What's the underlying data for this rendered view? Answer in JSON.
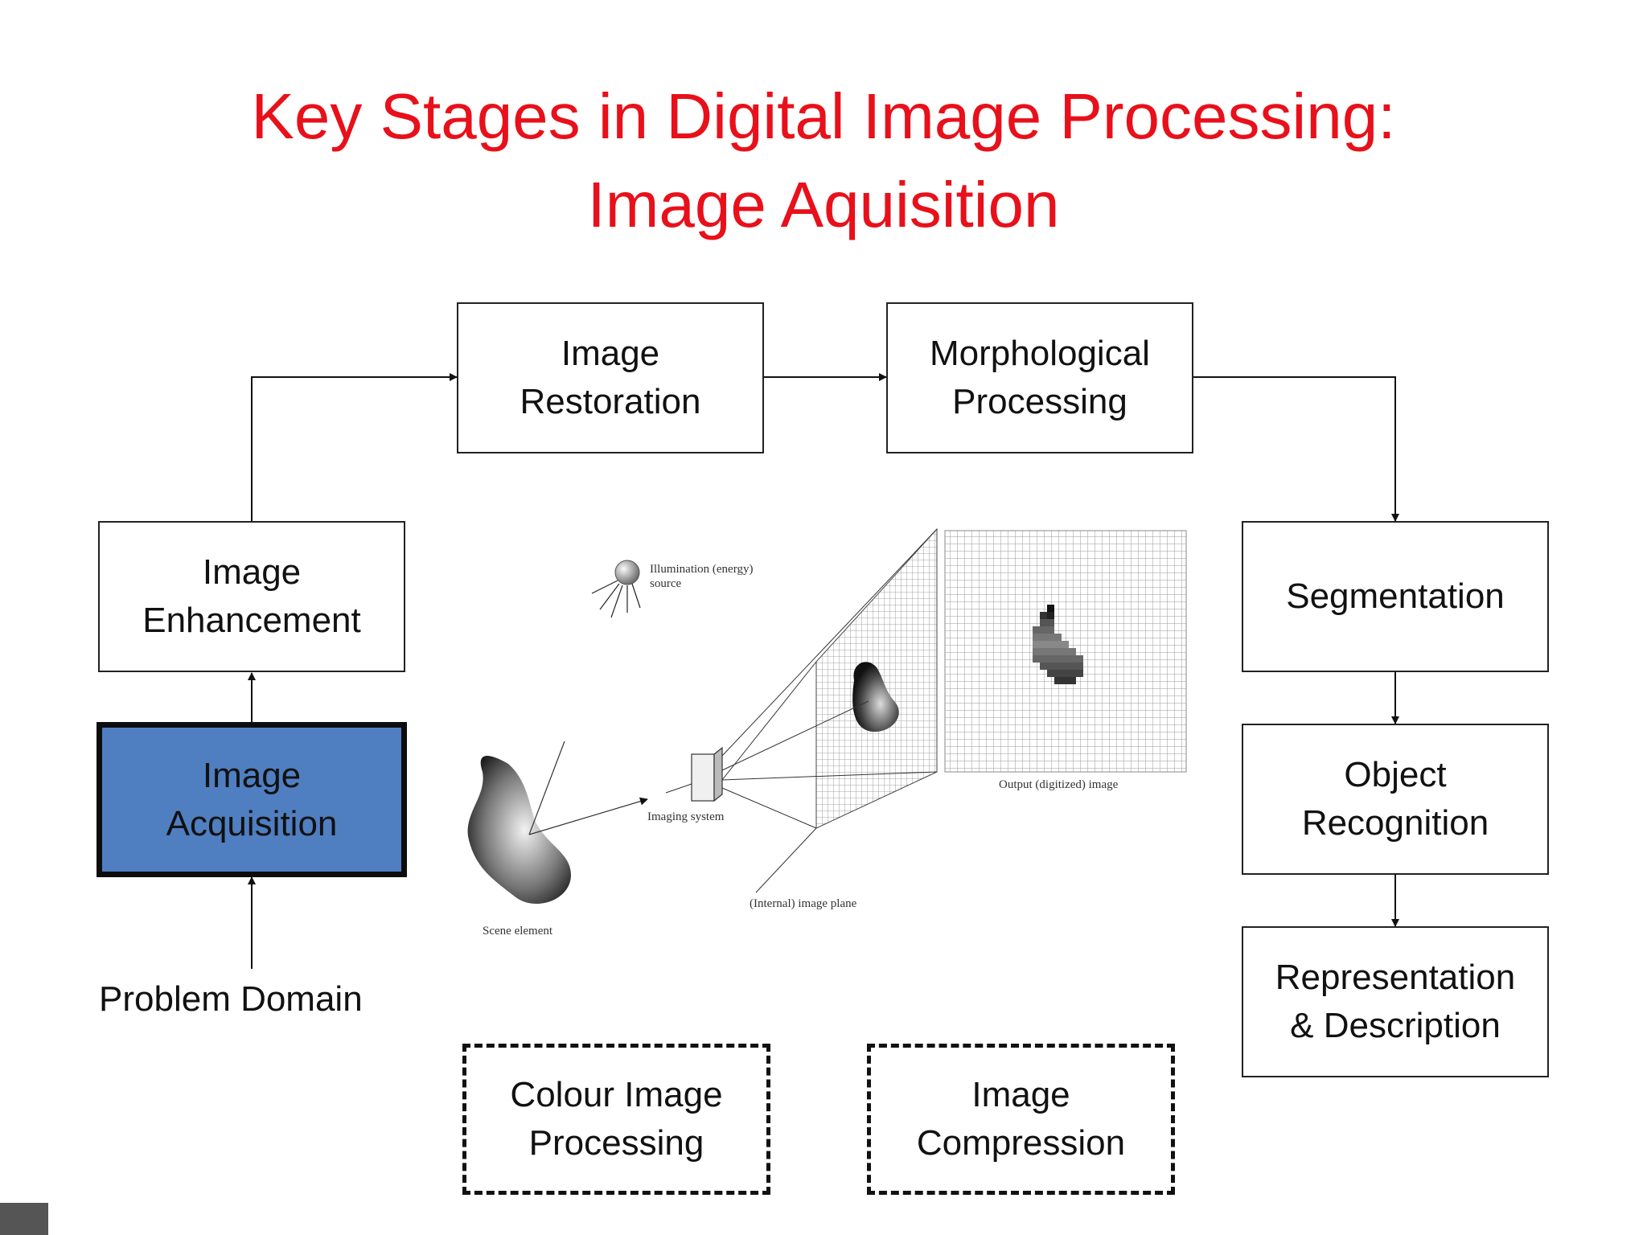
{
  "title": {
    "line1": "Key Stages in Digital Image Processing:",
    "line2": "Image Aquisition"
  },
  "stages": {
    "restoration": [
      "Image",
      "Restoration"
    ],
    "morphological": [
      "Morphological",
      "Processing"
    ],
    "enhancement": [
      "Image",
      "Enhancement"
    ],
    "acquisition": [
      "Image",
      "Acquisition"
    ],
    "segmentation": [
      "Segmentation"
    ],
    "object_recognition": [
      "Object",
      "Recognition"
    ],
    "representation": [
      "Representation",
      "& Description"
    ],
    "colour": [
      "Colour Image",
      "Processing"
    ],
    "compression": [
      "Image",
      "Compression"
    ]
  },
  "problem_domain": "Problem Domain",
  "illustration": {
    "illumination": [
      "Illumination (energy)",
      "source"
    ],
    "imaging_system": "Imaging system",
    "output_image": "Output (digitized) image",
    "image_plane": "(Internal) image plane",
    "scene_element": "Scene element"
  },
  "colors": {
    "title": "#e8101a",
    "active_fill": "#4f7fc1"
  }
}
